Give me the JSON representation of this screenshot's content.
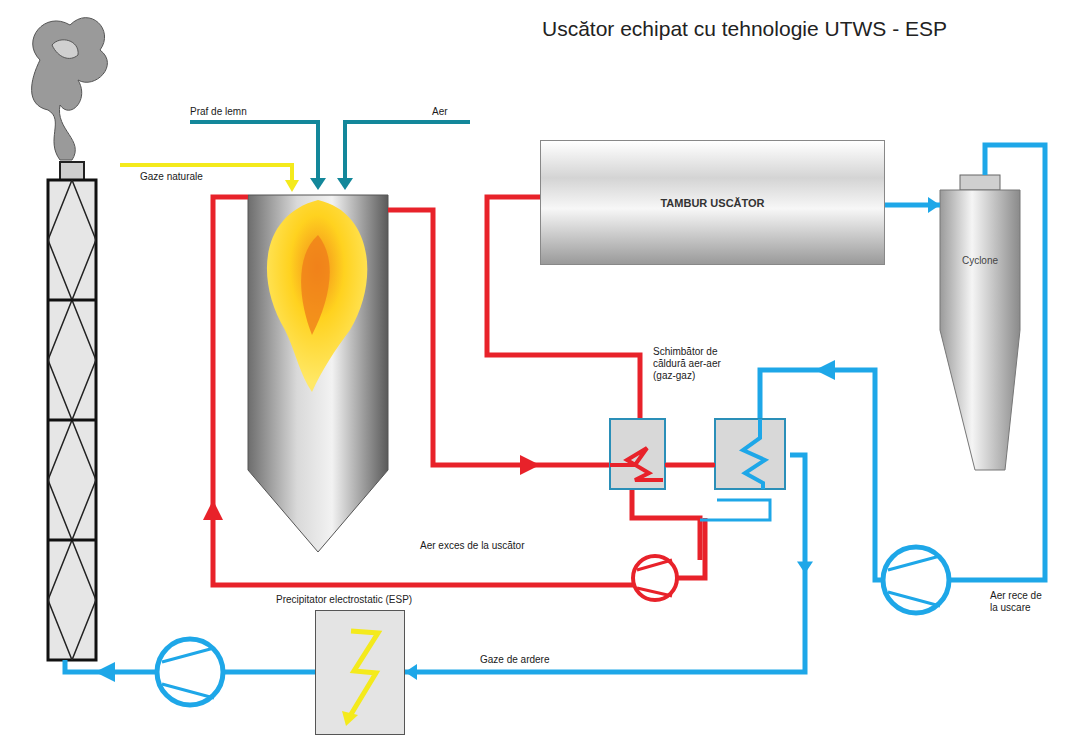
{
  "diagram": {
    "title": "Uscător echipat cu tehnologie UTWS - ESP",
    "nodes": [
      {
        "text": [
          "TAMBUR USCĂTOR"
        ]
      },
      {
        "text": [
          "Cyclone"
        ]
      },
      {
        "text": [
          "Schimbător de căldură aer-aer (gaz-gaz)"
        ]
      },
      {
        "text": [
          "Precipitator electrostatic (ESP)"
        ]
      }
    ],
    "edges": [
      {
        "from": 0,
        "to": 1,
        "arrow": "to"
      },
      {
        "from": 2,
        "to": 3,
        "label": "Gaze de ardere",
        "arrow": "to"
      }
    ],
    "labels": [
      "Praf de lemn",
      "Aer",
      "Gaze naturale",
      "Aer exces de la uscător",
      "Aer rece de la uscare"
    ]
  }
}
